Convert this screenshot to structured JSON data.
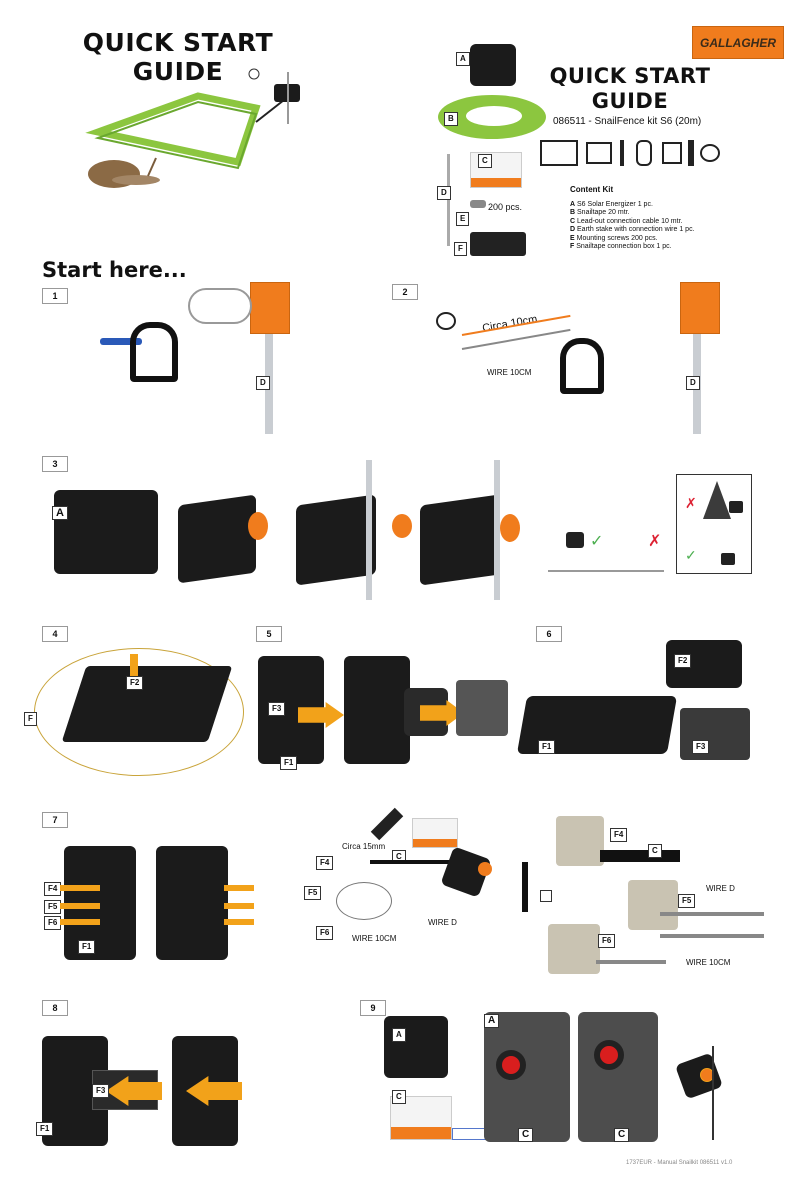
{
  "header_left": {
    "title_line1": "QUICK START",
    "title_line2": "GUIDE"
  },
  "header_right": {
    "brand": "GALLAGHER",
    "title_line1": "QUICK START",
    "title_line2": "GUIDE",
    "subtitle": "086511 - SnailFence kit S6 (20m)",
    "screws": "200 pcs."
  },
  "kit_labels": [
    "A",
    "B",
    "C",
    "D",
    "E",
    "F"
  ],
  "content_kit": {
    "heading": "Content Kit",
    "items": [
      {
        "key": "A",
        "text": "S6 Solar Energizer 1 pc."
      },
      {
        "key": "B",
        "text": "Snailtape 20 mtr."
      },
      {
        "key": "C",
        "text": "Lead-out connection cable 10 mtr."
      },
      {
        "key": "D",
        "text": "Earth stake with connection wire 1 pc."
      },
      {
        "key": "E",
        "text": "Mounting screws 200 pcs."
      },
      {
        "key": "F",
        "text": "Snailtape connection box 1 pc."
      }
    ]
  },
  "start_here": "Start here...",
  "steps": [
    "1",
    "2",
    "3",
    "4",
    "5",
    "6",
    "7",
    "8",
    "9"
  ],
  "step2": {
    "circa": "Circa 10cm",
    "wire": "WIRE 10CM"
  },
  "step7": {
    "circa": "Circa 15mm",
    "wire": "WIRE 10CM",
    "wire_d": "WIRE D",
    "wire_d2": "WIRE D",
    "wire_10": "WIRE 10CM"
  },
  "part_labels": {
    "A": "A",
    "C": "C",
    "D": "D",
    "F": "F",
    "F1": "F1",
    "F2": "F2",
    "F3": "F3",
    "F4": "F4",
    "F5": "F5",
    "F6": "F6"
  },
  "footer": "1737EUR - Manual Snailkit 086511 v1.0",
  "colors": {
    "orange": "#f07c1d",
    "green": "#8cc63f",
    "yellow_arrow": "#f2a21a",
    "black": "#1b1b1b"
  }
}
